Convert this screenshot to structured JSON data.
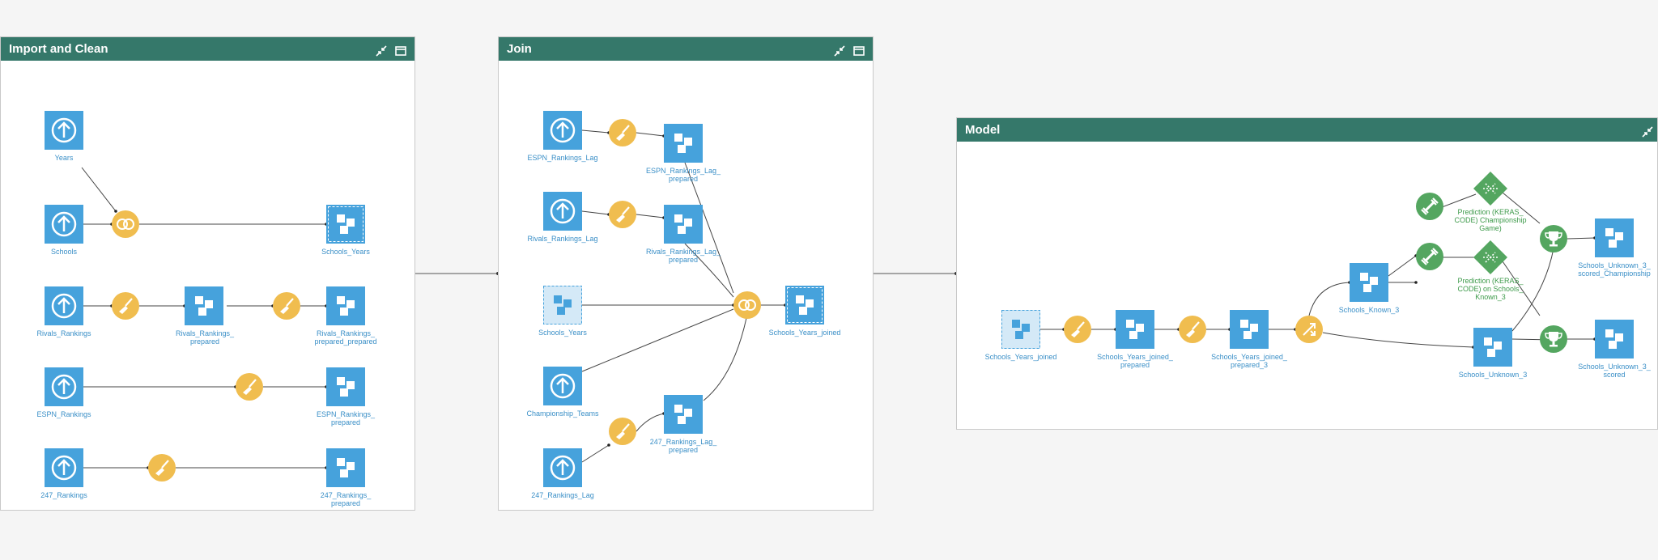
{
  "colors": {
    "zone_header": "#35786a",
    "dataset_blue": "#46a2dc",
    "recipe_orange": "#f0bd4f",
    "model_green": "#54a660",
    "label_blue": "#3a8fc7",
    "label_green": "#3d9a4a"
  },
  "zones": [
    {
      "id": "import",
      "title": "Import and Clean",
      "nodes": [
        {
          "kind": "upload",
          "label": "Years"
        },
        {
          "kind": "upload",
          "label": "Schools"
        },
        {
          "kind": "join",
          "label": ""
        },
        {
          "kind": "dataset",
          "label": "Schools_Years"
        },
        {
          "kind": "upload",
          "label": "Rivals_Rankings"
        },
        {
          "kind": "prepare",
          "label": ""
        },
        {
          "kind": "dataset",
          "label": "Rivals_Rankings_\nprepared"
        },
        {
          "kind": "prepare",
          "label": ""
        },
        {
          "kind": "dataset",
          "label": "Rivals_Rankings_\nprepared_prepared"
        },
        {
          "kind": "upload",
          "label": "ESPN_Rankings"
        },
        {
          "kind": "prepare",
          "label": ""
        },
        {
          "kind": "dataset",
          "label": "ESPN_Rankings_\nprepared"
        },
        {
          "kind": "upload",
          "label": "247_Rankings"
        },
        {
          "kind": "prepare",
          "label": ""
        },
        {
          "kind": "dataset",
          "label": "247_Rankings_\nprepared"
        }
      ]
    },
    {
      "id": "join",
      "title": "Join",
      "nodes": [
        {
          "kind": "upload",
          "label": "ESPN_Rankings_Lag"
        },
        {
          "kind": "prepare",
          "label": ""
        },
        {
          "kind": "dataset",
          "label": "ESPN_Rankings_Lag_\nprepared"
        },
        {
          "kind": "upload",
          "label": "Rivals_Rankings_Lag"
        },
        {
          "kind": "prepare",
          "label": ""
        },
        {
          "kind": "dataset",
          "label": "Rivals_Rankings_Lag_\nprepared"
        },
        {
          "kind": "shared",
          "label": "Schools_Years"
        },
        {
          "kind": "join",
          "label": ""
        },
        {
          "kind": "dataset",
          "label": "Schools_Years_joined"
        },
        {
          "kind": "upload",
          "label": "Championship_Teams"
        },
        {
          "kind": "prepare",
          "label": ""
        },
        {
          "kind": "dataset",
          "label": "247_Rankings_Lag_\nprepared"
        },
        {
          "kind": "upload",
          "label": "247_Rankings_Lag"
        }
      ]
    },
    {
      "id": "model",
      "title": "Model",
      "nodes": [
        {
          "kind": "shared",
          "label": "Schools_Years_joined"
        },
        {
          "kind": "prepare",
          "label": ""
        },
        {
          "kind": "dataset",
          "label": "Schools_Years_joined_\nprepared"
        },
        {
          "kind": "prepare",
          "label": ""
        },
        {
          "kind": "dataset",
          "label": "Schools_Years_joined_\nprepared_3"
        },
        {
          "kind": "split",
          "label": ""
        },
        {
          "kind": "dataset",
          "label": "Schools_Known_3"
        },
        {
          "kind": "dataset",
          "label": "Schools_Unknown_3"
        },
        {
          "kind": "train",
          "label": ""
        },
        {
          "kind": "train",
          "label": ""
        },
        {
          "kind": "model",
          "label": "Prediction (KERAS_\nCODE) Championship\nGame)"
        },
        {
          "kind": "model",
          "label": "Prediction (KERAS_\nCODE) on Schools_\nKnown_3"
        },
        {
          "kind": "score",
          "label": ""
        },
        {
          "kind": "score",
          "label": ""
        },
        {
          "kind": "dataset",
          "label": "Schools_Unknown_3_\nscored_Championship"
        },
        {
          "kind": "dataset",
          "label": "Schools_Unknown_3_\nscored"
        }
      ]
    }
  ]
}
